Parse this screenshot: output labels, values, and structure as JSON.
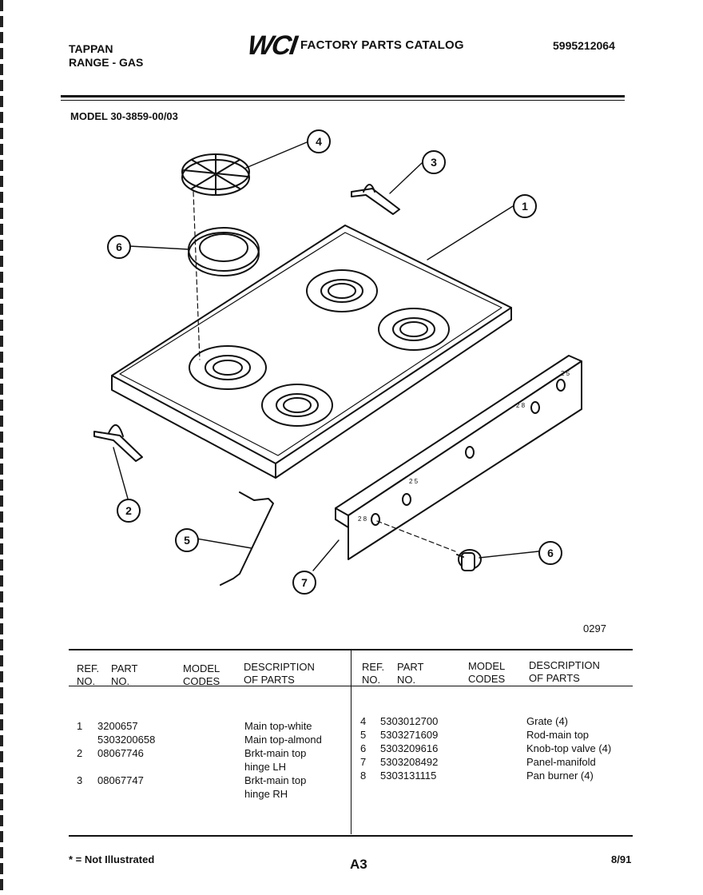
{
  "header": {
    "brand": "TAPPAN",
    "product": "RANGE - GAS",
    "logo_text": "WCI",
    "catalog_title": "FACTORY PARTS CATALOG",
    "catalog_number": "5995212064"
  },
  "model_line": "MODEL 30-3859-00/03",
  "diagram": {
    "callouts": [
      "4",
      "3",
      "1",
      "6",
      "2",
      "5",
      "7",
      "6"
    ],
    "illustration_code": "0297"
  },
  "table": {
    "headers": {
      "ref_no": [
        "REF.",
        "NO."
      ],
      "part_no": [
        "PART",
        "NO."
      ],
      "model_codes": [
        "MODEL",
        "CODES"
      ],
      "description": [
        "DESCRIPTION",
        "OF PARTS"
      ]
    },
    "left_rows": [
      {
        "ref": "1",
        "part": "3200657",
        "codes": "",
        "desc": "Main top-white"
      },
      {
        "ref": "",
        "part": "5303200658",
        "codes": "",
        "desc": "Main top-almond"
      },
      {
        "ref": "2",
        "part": "08067746",
        "codes": "",
        "desc": "Brkt-main top"
      },
      {
        "ref": "",
        "part": "",
        "codes": "",
        "desc": "hinge LH"
      },
      {
        "ref": "3",
        "part": "08067747",
        "codes": "",
        "desc": "Brkt-main top"
      },
      {
        "ref": "",
        "part": "",
        "codes": "",
        "desc": "hinge RH"
      }
    ],
    "right_rows": [
      {
        "ref": "4",
        "part": "5303012700",
        "codes": "",
        "desc": "Grate (4)"
      },
      {
        "ref": "5",
        "part": "5303271609",
        "codes": "",
        "desc": "Rod-main top"
      },
      {
        "ref": "6",
        "part": "5303209616",
        "codes": "",
        "desc": "Knob-top valve (4)"
      },
      {
        "ref": "7",
        "part": "5303208492",
        "codes": "",
        "desc": "Panel-manifold"
      },
      {
        "ref": "8",
        "part": "5303131115",
        "codes": "",
        "desc": "Pan burner (4)"
      }
    ]
  },
  "footer": {
    "note": "* = Not Illustrated",
    "page": "A3",
    "date": "8/91"
  }
}
